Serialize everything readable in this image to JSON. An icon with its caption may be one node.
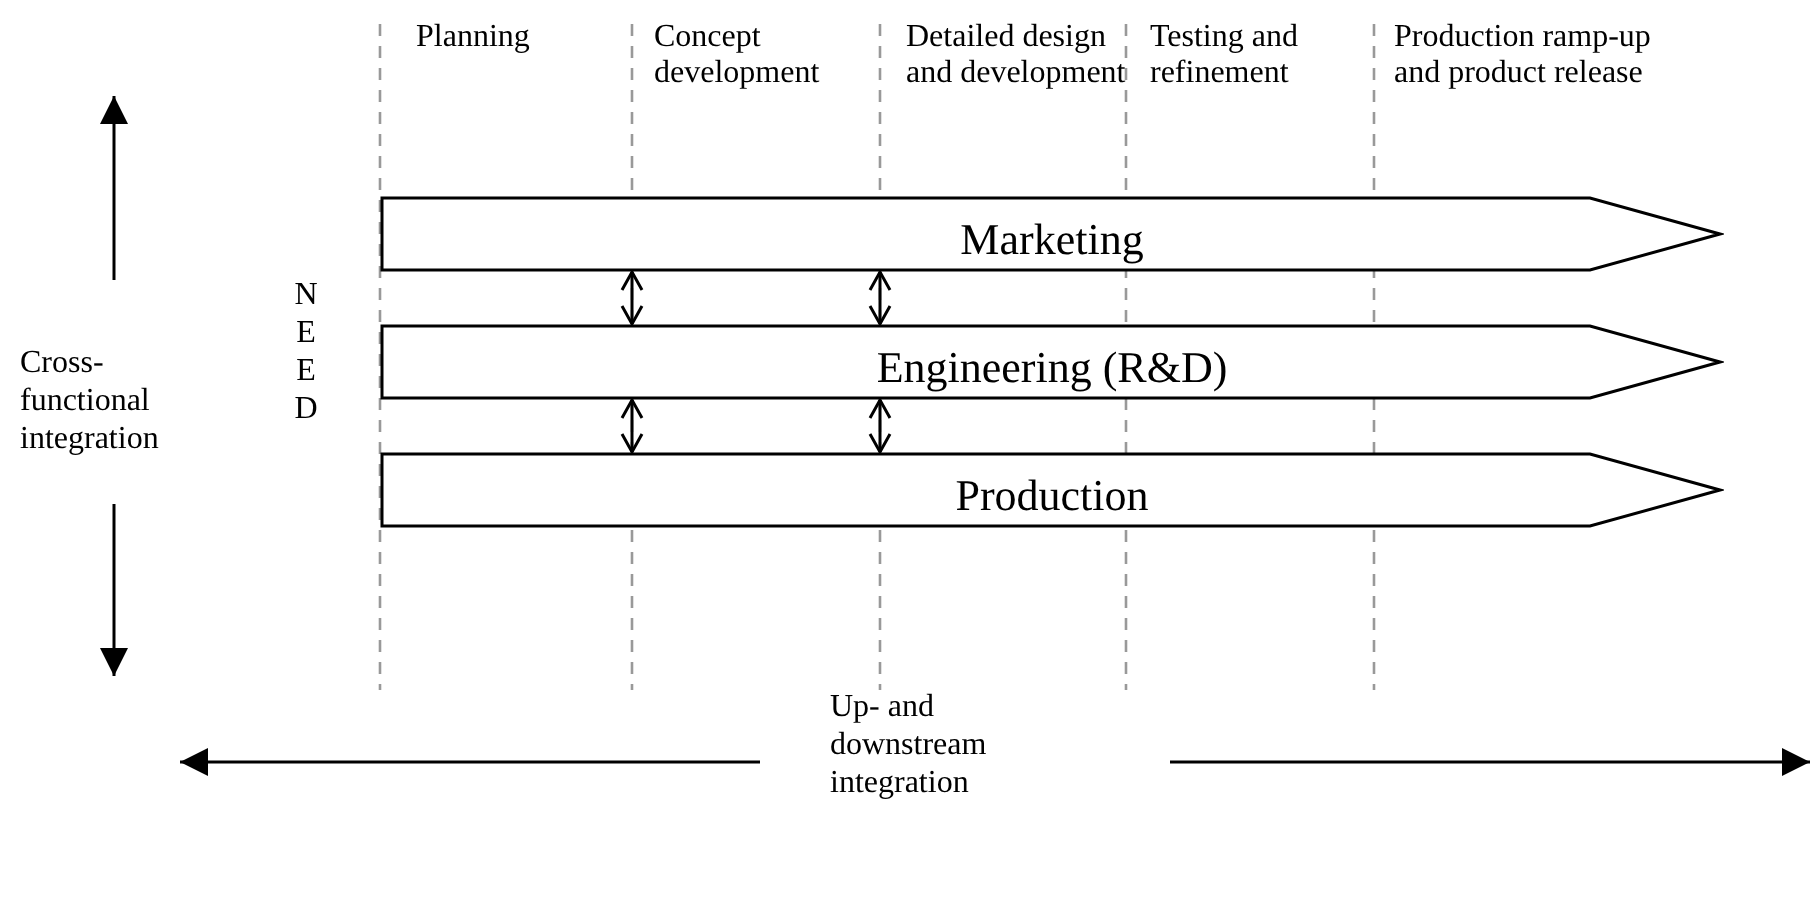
{
  "diagram": {
    "nodes": [
      {
        "text": [
          "Marketing"
        ]
      },
      {
        "text": [
          "Engineering (R&D)"
        ]
      },
      {
        "text": [
          "Production"
        ]
      }
    ],
    "edges": [
      {
        "from": 0,
        "to": 1,
        "arrow": "both"
      },
      {
        "from": 0,
        "to": 1,
        "arrow": "both"
      },
      {
        "from": 1,
        "to": 2,
        "arrow": "both"
      },
      {
        "from": 1,
        "to": 2,
        "arrow": "both"
      }
    ],
    "labels": [
      "Planning",
      "Concept development",
      "Detailed design and development",
      "Testing and refinement",
      "Production ramp-up and product release",
      "Cross-functional integration",
      "NEED",
      "Up- and downstream integration"
    ]
  }
}
